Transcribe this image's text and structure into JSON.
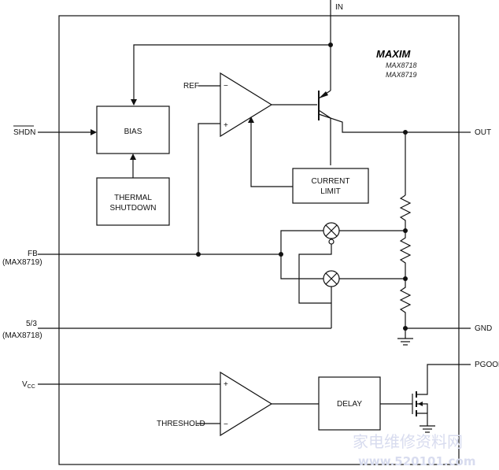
{
  "logo": "MAXIM",
  "parts": [
    "MAX8718",
    "MAX8719"
  ],
  "pins": {
    "in": "IN",
    "out": "OUT",
    "gnd": "GND",
    "pgood": "PGOOD",
    "shdn": "SHDN",
    "fb": "FB",
    "fb_note": "(MAX8719)",
    "five_three": "5/3",
    "five_three_note": "(MAX8718)",
    "vcc": "V",
    "vcc_sub": "CC",
    "threshold": "THRESHOLD",
    "ref": "REF"
  },
  "blocks": {
    "bias": "BIAS",
    "thermal_line1": "THERMAL",
    "thermal_line2": "SHUTDOWN",
    "current_line1": "CURRENT",
    "current_line2": "LIMIT",
    "delay": "DELAY"
  },
  "opamp_signs": {
    "minus": "−",
    "plus": "+"
  },
  "watermark": {
    "cn": "家电维修资料网",
    "url": "www.520101.com"
  }
}
